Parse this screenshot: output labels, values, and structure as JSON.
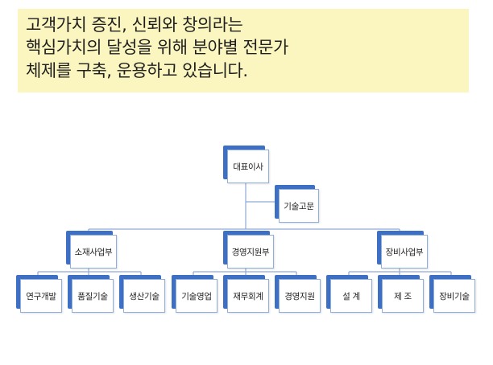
{
  "banner": {
    "lines": [
      "고객가치 증진, 신뢰와 창의라는",
      "핵심가치의 달성을 위해 분야별 전문가",
      "체제를 구축, 운용하고 있습니다."
    ]
  },
  "org": {
    "ceo": "대표이사",
    "advisor": "기술고문",
    "divisions": [
      {
        "name": "소재사업부",
        "teams": [
          "연구개발",
          "품질기술",
          "생산기술"
        ]
      },
      {
        "name": "경영지원부",
        "teams": [
          "기술영업",
          "재무회계",
          "경영지원"
        ]
      },
      {
        "name": "장비사업부",
        "teams": [
          "설  계",
          "제  조",
          "장비기술"
        ]
      }
    ]
  },
  "colors": {
    "banner_bg": "#fbf6c0",
    "node_accent": "#3d6fc4",
    "node_border": "#8fb0dd",
    "line": "#8fa9d6"
  }
}
